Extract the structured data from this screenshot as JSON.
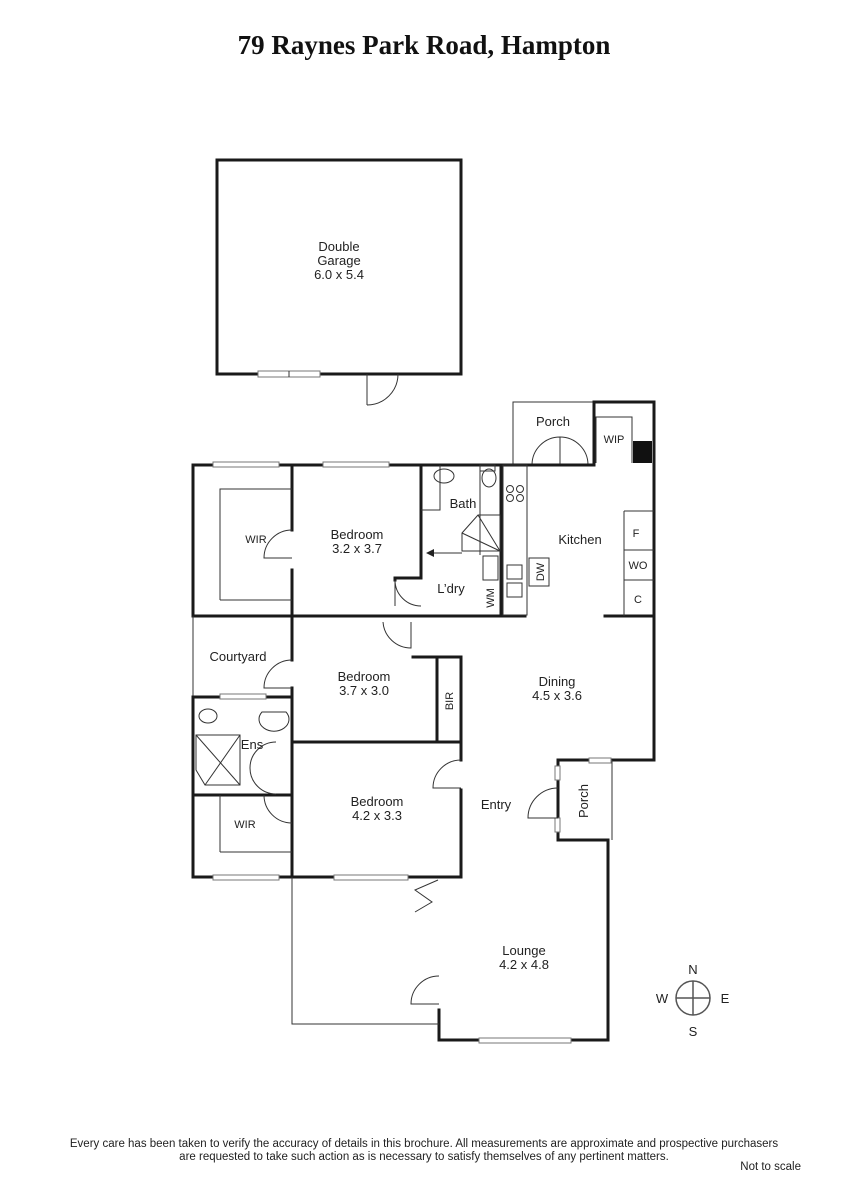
{
  "title": "79 Raynes Park Road, Hampton",
  "rooms": {
    "garage_name1": "Double",
    "garage_name2": "Garage",
    "garage_dims": "6.0 x 5.4",
    "porch_top": "Porch",
    "wip": "WIP",
    "bath": "Bath",
    "kitchen": "Kitchen",
    "fridge": "F",
    "wall_oven": "WO",
    "cupboard": "C",
    "wir_top": "WIR",
    "bed1_name": "Bedroom",
    "bed1_dims": "3.2 x 3.7",
    "laundry": "L’dry",
    "wm": "WM",
    "dw": "DW",
    "courtyard": "Courtyard",
    "bed2_name": "Bedroom",
    "bed2_dims": "3.7 x 3.0",
    "bir": "BIR",
    "dining_name": "Dining",
    "dining_dims": "4.5 x 3.6",
    "ens": "Ens",
    "wir_bottom": "WIR",
    "bed3_name": "Bedroom",
    "bed3_dims": "4.2 x 3.3",
    "entry": "Entry",
    "porch_side": "Porch",
    "lounge_name": "Lounge",
    "lounge_dims": "4.2 x 4.8"
  },
  "compass": {
    "n": "N",
    "s": "S",
    "e": "E",
    "w": "W"
  },
  "disclaimer": {
    "line1": "Every care has been taken to verify the accuracy of details in this brochure.  All measurements are approximate and prospective purchasers",
    "line2": "are requested to take such action as is necessary to satisfy themselves of any pertinent matters."
  },
  "not_to_scale": "Not to scale"
}
